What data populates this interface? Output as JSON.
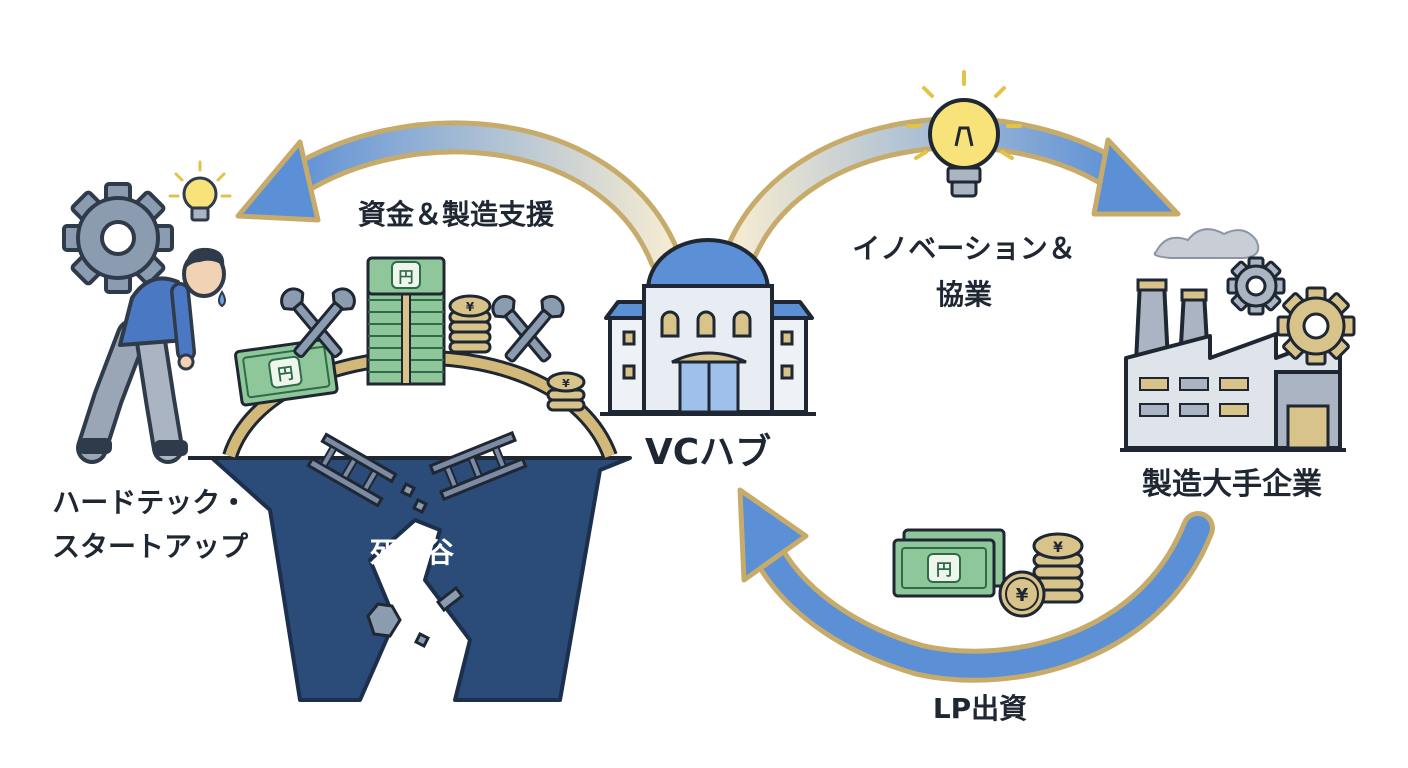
{
  "labels": {
    "startup": [
      "ハードテック・",
      "スタートアップ"
    ],
    "valley": "死の谷",
    "hub": "VCハブ",
    "corporate": "製造大手企業",
    "support": "資金＆製造支援",
    "innovation": [
      "イノベーション＆",
      "協業"
    ],
    "lp": "LP出資"
  },
  "colors": {
    "navy": "#2b4b78",
    "blue": "#5b8fd6",
    "gold": "#c7ab6a",
    "money": "#8fc79a",
    "coin": "#d8c38a",
    "bulb": "#f7e37a",
    "ink": "#1f2733"
  },
  "icons": {
    "banknote": "円",
    "coin": "¥"
  }
}
